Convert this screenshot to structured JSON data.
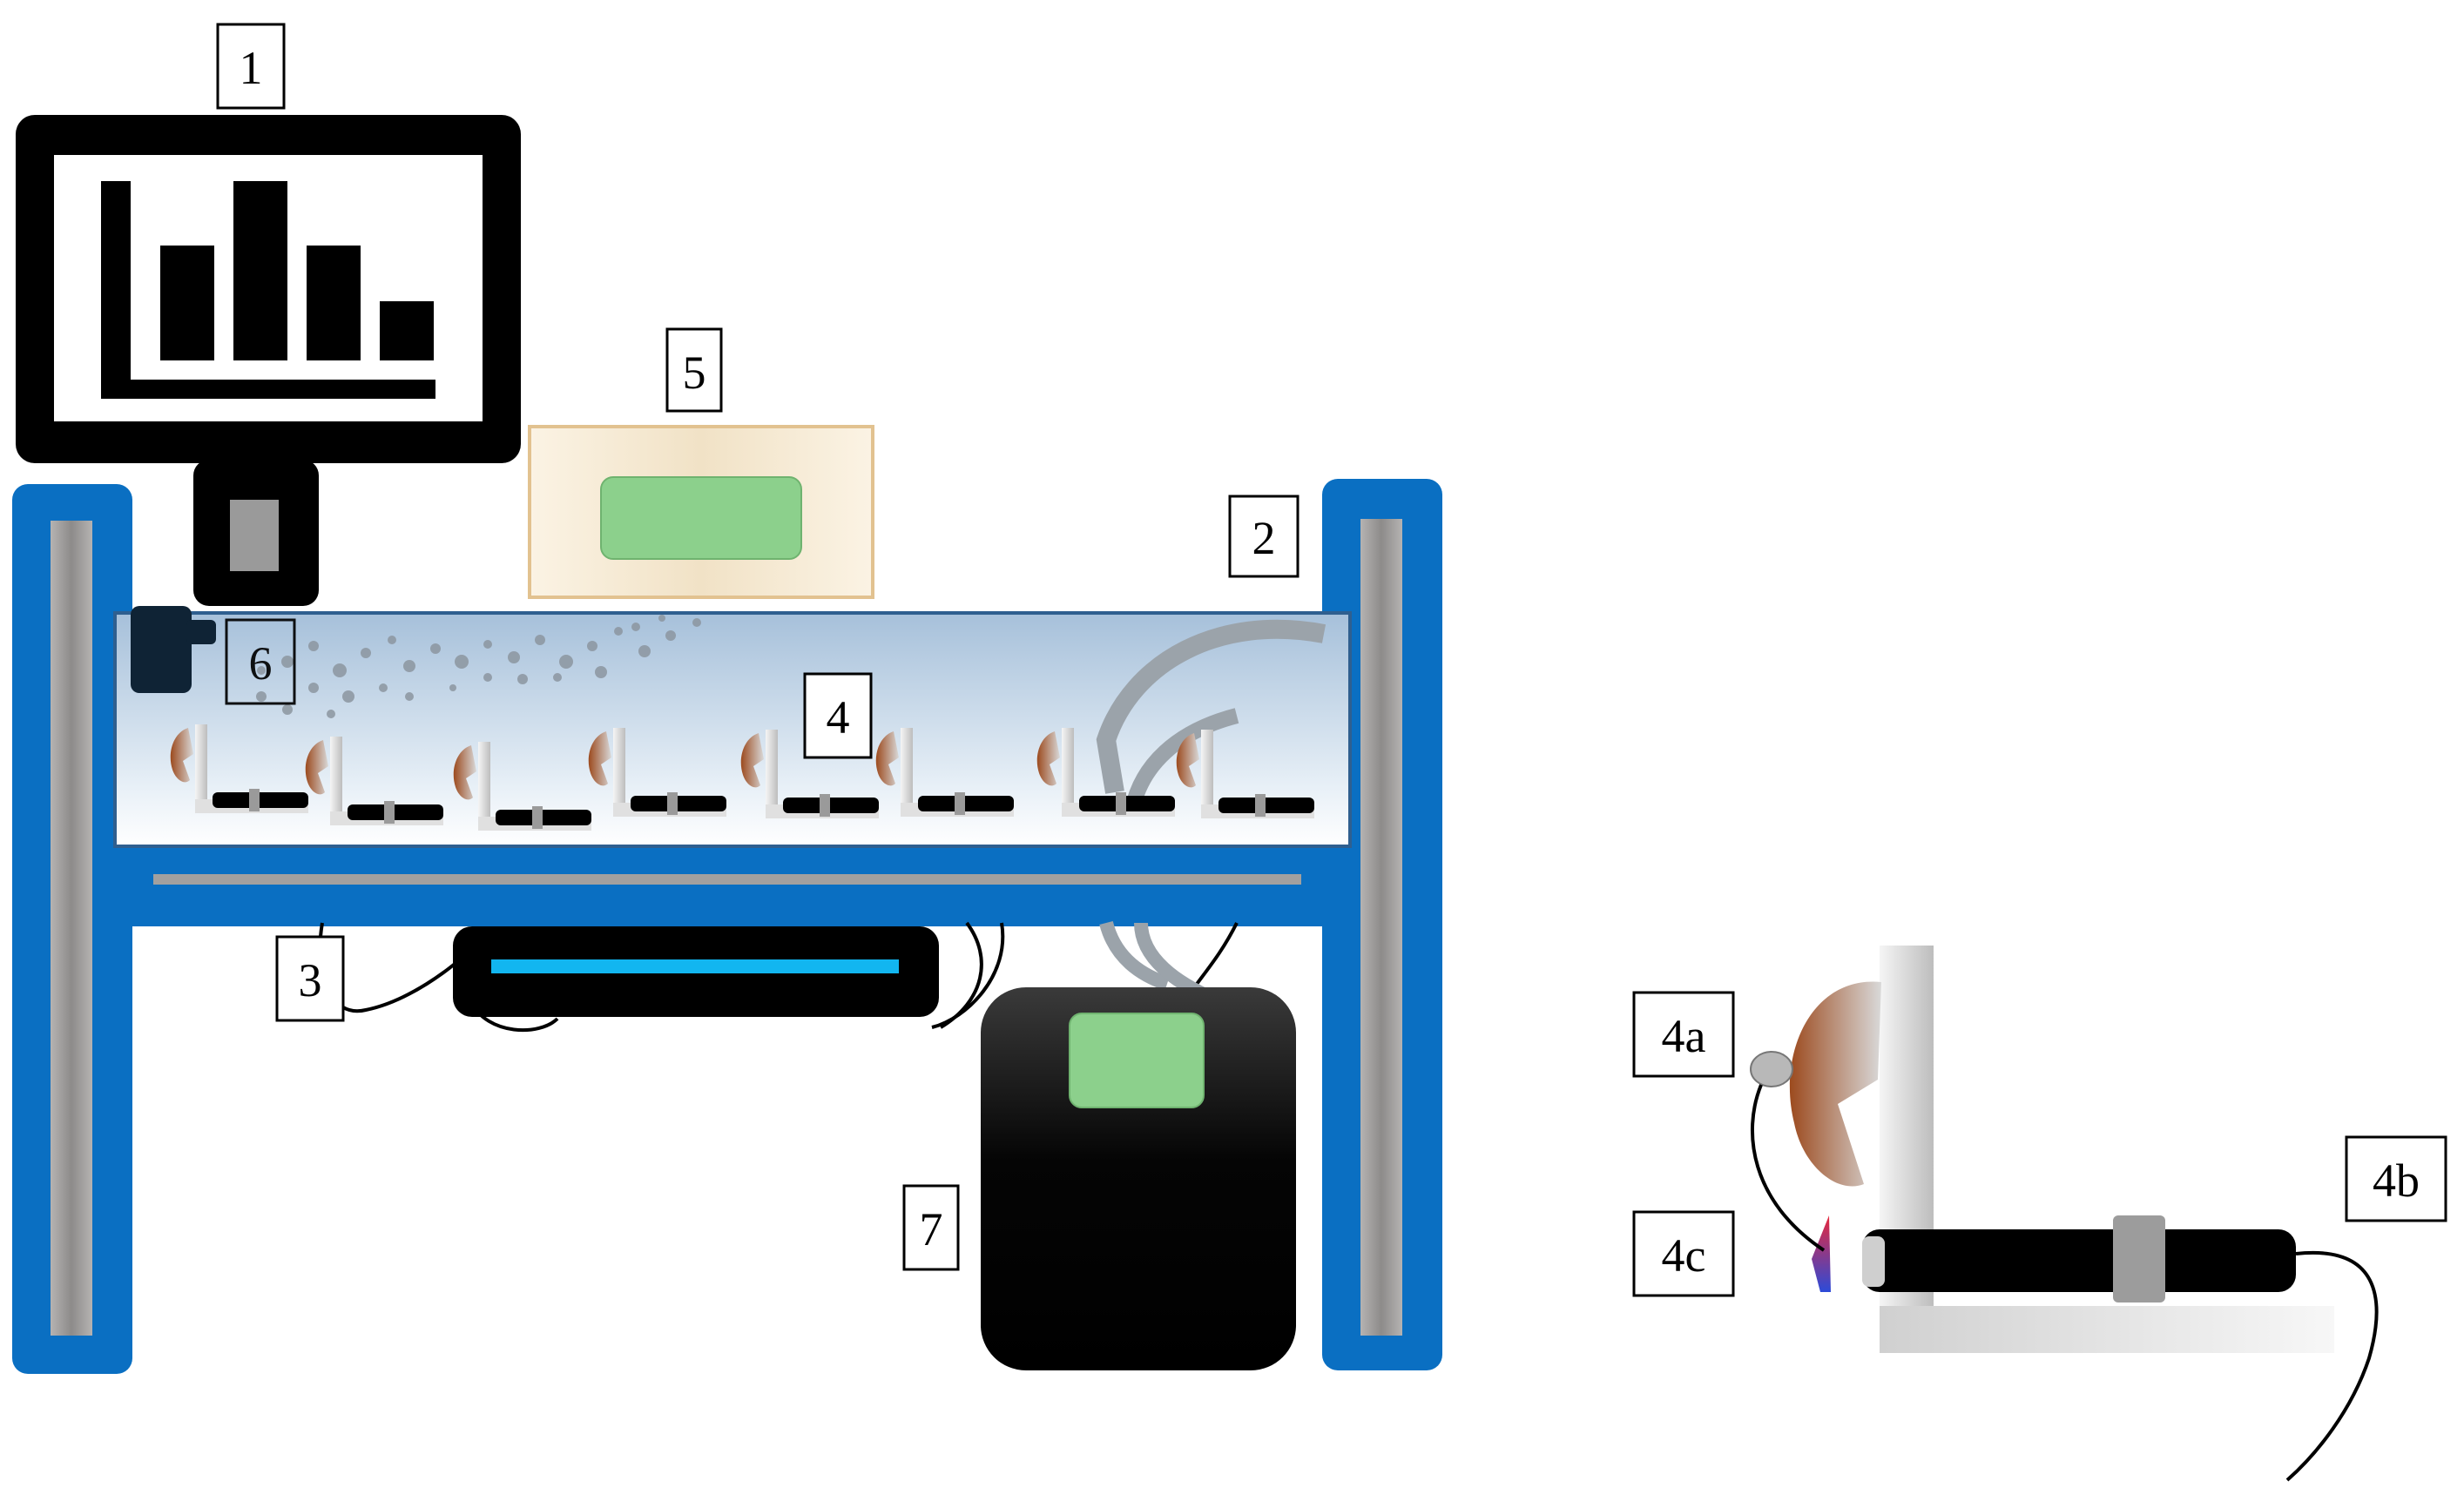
{
  "labels": {
    "l1": "1",
    "l2": "2",
    "l3": "3",
    "l4": "4",
    "l5": "5",
    "l6": "6",
    "l7": "7",
    "l4a": "4a",
    "l4b": "4b",
    "l4c": "4c"
  },
  "colors": {
    "frame_blue": "#0a6fc2",
    "frame_gray": "#9c9a99",
    "monitor_black": "#000000",
    "cream_box": "#f3e6cf",
    "green_panel": "#8cd08c",
    "tank_top": "#a9c2db",
    "tank_bottom": "#ffffff",
    "led_bar": "#12b6f0",
    "coral_brown": "#a4552a"
  },
  "icons": {
    "monitor": "bar-chart-monitor-icon",
    "box5": "controller-box-icon",
    "pump": "air-pump-icon",
    "light": "led-light-bar-icon",
    "box7": "power-unit-icon"
  }
}
